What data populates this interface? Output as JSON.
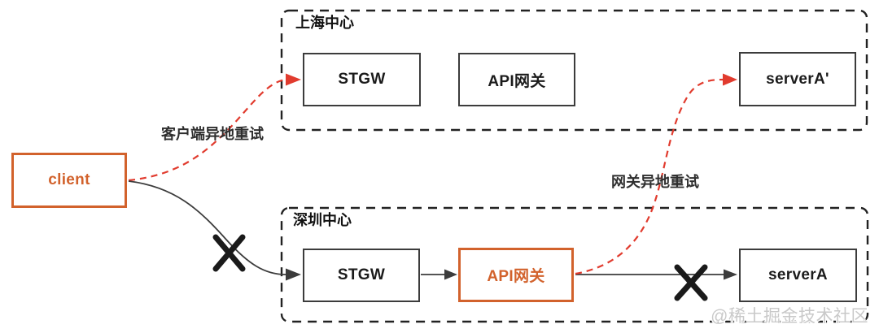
{
  "regions": {
    "shanghai": {
      "title": "上海中心",
      "nodes": [
        {
          "label": "STGW"
        },
        {
          "label": "API网关"
        },
        {
          "label": "serverA'"
        }
      ]
    },
    "shenzhen": {
      "title": "深圳中心",
      "nodes": [
        {
          "label": "STGW"
        },
        {
          "label": "API网关"
        },
        {
          "label": "serverA"
        }
      ]
    }
  },
  "client": {
    "label": "client"
  },
  "edge_labels": {
    "client_retry": "客户端异地重试",
    "gateway_retry": "网关异地重试"
  },
  "watermark": {
    "text": "@稀土掘金技术社区"
  },
  "colors": {
    "accent_orange": "#D2622C",
    "retry_red": "#E13B2E",
    "line_dark": "#3C3C3C",
    "region_border": "#222222",
    "watermark_gray": "#C9C9C9"
  }
}
